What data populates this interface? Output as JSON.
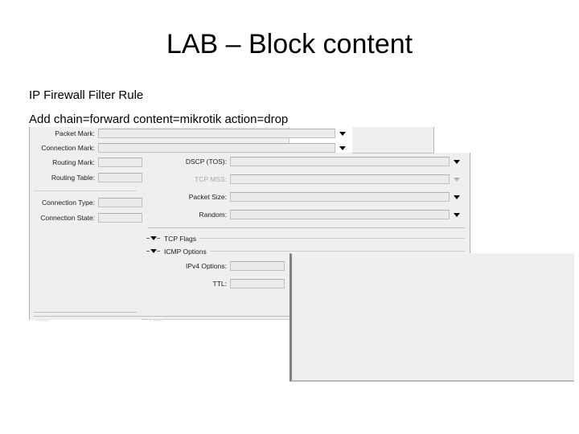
{
  "slide": {
    "title": "LAB – Block content",
    "subtitle": "IP Firewall Filter Rule",
    "command": "Add chain=forward content=mikrotik action=drop"
  },
  "dialog": {
    "name": "firewall-rule-advanced-tab",
    "left_column": [
      {
        "label": "Packet Mark:",
        "value": "",
        "has_dropdown": true
      },
      {
        "label": "Connection Mark:",
        "value": "",
        "has_dropdown": true
      },
      {
        "label": "Routing Mark:",
        "value": "",
        "has_dropdown": false
      },
      {
        "label": "Routing Table:",
        "value": "",
        "has_dropdown": false
      },
      {
        "label": "Connection Type:",
        "value": "",
        "has_dropdown": false
      },
      {
        "label": "Connection State:",
        "value": "",
        "has_dropdown": false
      }
    ],
    "right_column": [
      {
        "label": "DSCP (TOS):",
        "value": "",
        "has_dropdown": true,
        "disabled": false
      },
      {
        "label": "TCP MSS:",
        "value": "",
        "has_dropdown": true,
        "disabled": true
      },
      {
        "label": "Packet Size:",
        "value": "",
        "has_dropdown": true,
        "disabled": false
      },
      {
        "label": "Random:",
        "value": "",
        "has_dropdown": true,
        "disabled": false
      }
    ],
    "sections": [
      {
        "label": "TCP Flags",
        "expanded": true
      },
      {
        "label": "ICMP Options",
        "expanded": true
      }
    ],
    "icmp_fields": [
      {
        "label": "IPv4 Options:",
        "value": ""
      },
      {
        "label": "TTL:",
        "value": ""
      }
    ]
  },
  "colors": {
    "dialog_background": "#efefef",
    "field_background": "#ebebeb",
    "field_border": "#c0c0c0",
    "text": "#1c1c1c",
    "disabled_text": "#a8a8a8"
  }
}
